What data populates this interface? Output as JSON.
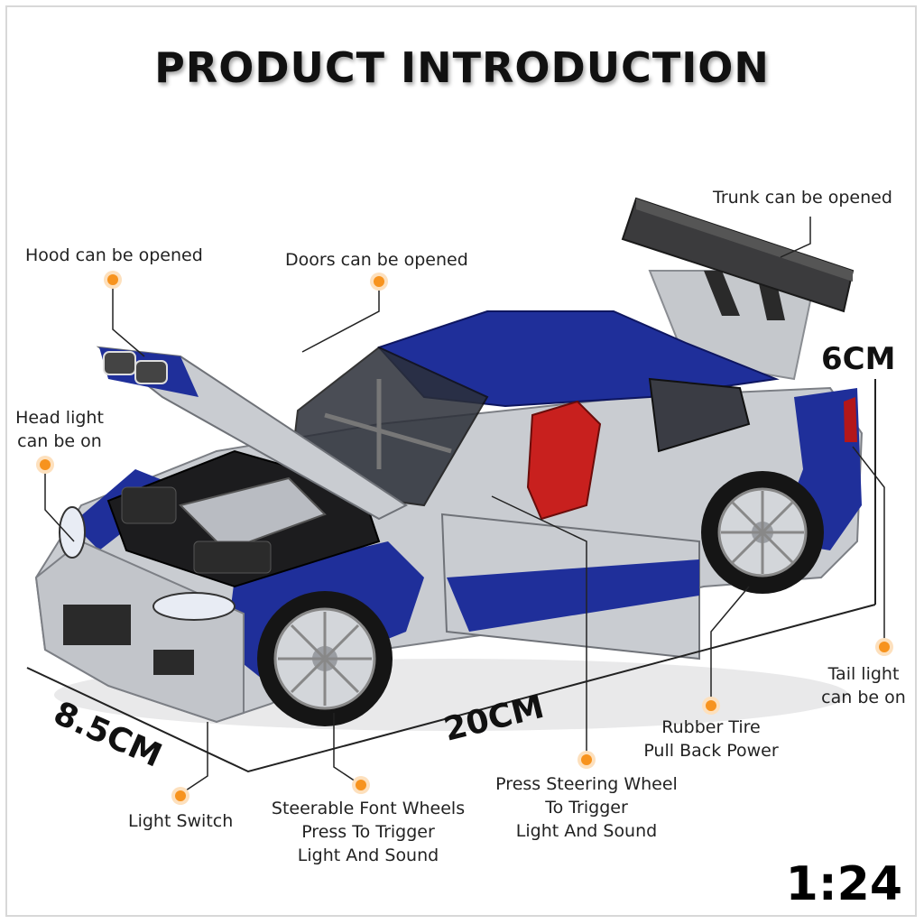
{
  "title": "PRODUCT INTRODUCTION",
  "callouts": {
    "hood": "Hood can be opened",
    "doors": "Doors can be opened",
    "trunk": "Trunk can be opened",
    "headlight_line1": "Head light",
    "headlight_line2": "can be on",
    "taillight_line1": "Tail light",
    "taillight_line2": "can be on",
    "rubber_line1": "Rubber Tire",
    "rubber_line2": "Pull Back Power",
    "steering_line1": "Press Steering Wheel",
    "steering_line2": "To Trigger",
    "steering_line3": "Light And Sound",
    "wheels_line1": "Steerable Font Wheels",
    "wheels_line2": "Press To Trigger",
    "wheels_line3": "Light And Sound",
    "light_switch": "Light Switch"
  },
  "dimensions": {
    "height": "6CM",
    "length": "20CM",
    "width": "8.5CM"
  },
  "scale": "1:24",
  "colors": {
    "callout_dot": "#f7931e",
    "car_blue": "#1f2f9a",
    "car_silver": "#c9ccd1",
    "seat_red": "#c8201e"
  }
}
